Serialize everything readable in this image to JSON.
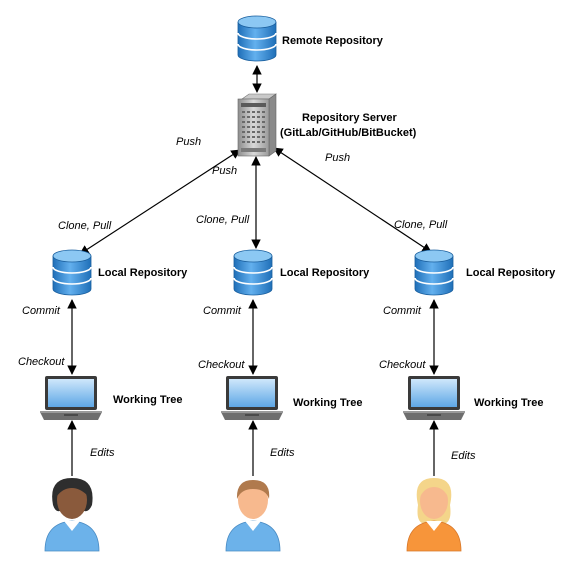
{
  "remote": {
    "label": "Remote Repository"
  },
  "server": {
    "label_line1": "Repository Server",
    "label_line2": "(GitLab/GitHub/BitBucket)"
  },
  "edges": {
    "push_left": "Push",
    "push_center": "Push",
    "push_right": "Push",
    "clone_pull_left": "Clone, Pull",
    "clone_pull_center": "Clone, Pull",
    "clone_pull_right": "Clone, Pull"
  },
  "columns": [
    {
      "repo_label": "Local Repository",
      "commit_label": "Commit",
      "checkout_label": "Checkout",
      "tree_label": "Working Tree",
      "edits_label": "Edits",
      "person_icon": "developer-dark-hair-icon"
    },
    {
      "repo_label": "Local Repository",
      "commit_label": "Commit",
      "checkout_label": "Checkout",
      "tree_label": "Working Tree",
      "edits_label": "Edits",
      "person_icon": "developer-short-hair-icon"
    },
    {
      "repo_label": "Local Repository",
      "commit_label": "Commit",
      "checkout_label": "Checkout",
      "tree_label": "Working Tree",
      "edits_label": "Edits",
      "person_icon": "developer-blonde-hair-icon"
    }
  ],
  "colors": {
    "database": "#3d8fd6",
    "shirt_blue": "#6cb2ea",
    "shirt_orange": "#f7953a",
    "skin": "#f7b98e"
  }
}
